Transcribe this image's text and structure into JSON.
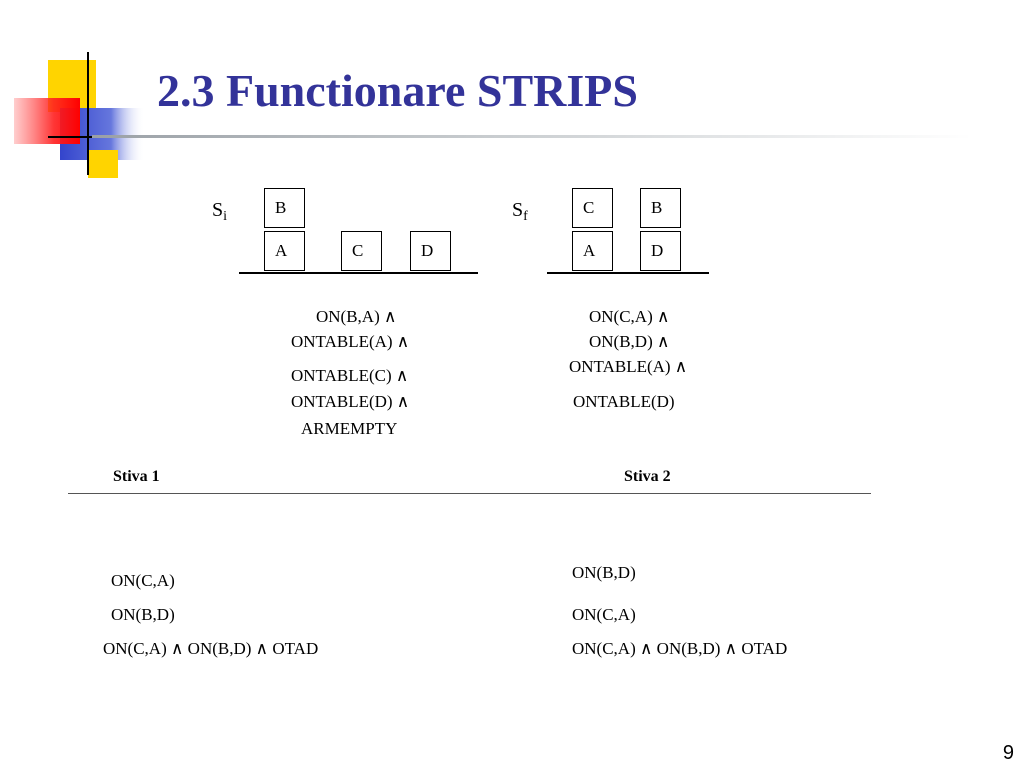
{
  "slide": {
    "title": "2.3 Functionare STRIPS",
    "page_number": "9"
  },
  "initial_state": {
    "label": "S",
    "label_sub": "i",
    "blocks": [
      "B",
      "A",
      "C",
      "D"
    ],
    "predicates": [
      "ON(B,A) ∧",
      "ONTABLE(A) ∧",
      "ONTABLE(C) ∧",
      "ONTABLE(D) ∧",
      "ARMEMPTY"
    ]
  },
  "final_state": {
    "label": "S",
    "label_sub": "f",
    "blocks": [
      "C",
      "A",
      "B",
      "D"
    ],
    "predicates": [
      "ON(C,A) ∧",
      "ON(B,D) ∧",
      "ONTABLE(A) ∧",
      "ONTABLE(D)"
    ]
  },
  "stacks": {
    "stack1": {
      "header": "Stiva 1",
      "items": [
        "ON(C,A)",
        "ON(B,D)",
        "ON(C,A) ∧ ON(B,D) ∧ OTAD"
      ]
    },
    "stack2": {
      "header": "Stiva 2",
      "items": [
        "ON(B,D)",
        "ON(C,A)",
        "ON(C,A) ∧ ON(B,D) ∧ OTAD"
      ]
    }
  }
}
